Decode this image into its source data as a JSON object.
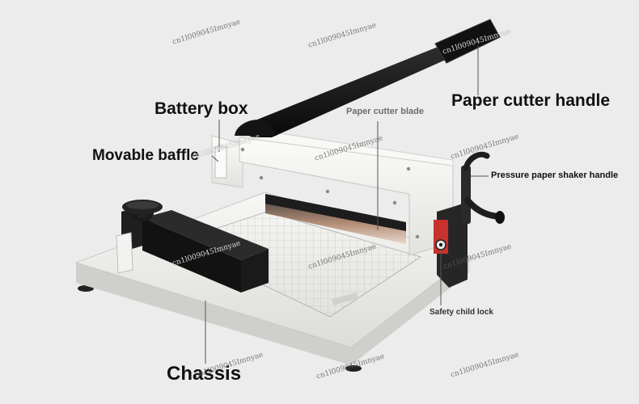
{
  "labels": {
    "battery_box": "Battery box",
    "movable_baffle": "Movable baffle",
    "paper_cutter_handle": "Paper cutter handle",
    "paper_cutter_blade": "Paper cutter blade",
    "pressure_handle": "Pressure paper shaker handle",
    "safety_lock": "Safety child lock",
    "chassis": "Chassis"
  },
  "watermark": "cn1l009045Imnyae",
  "colors": {
    "background": "#ececec",
    "body_white": "#f3f3f1",
    "metal_dark": "#1c1c1c",
    "safety_red": "#c8322c",
    "leader_line": "#555555"
  }
}
